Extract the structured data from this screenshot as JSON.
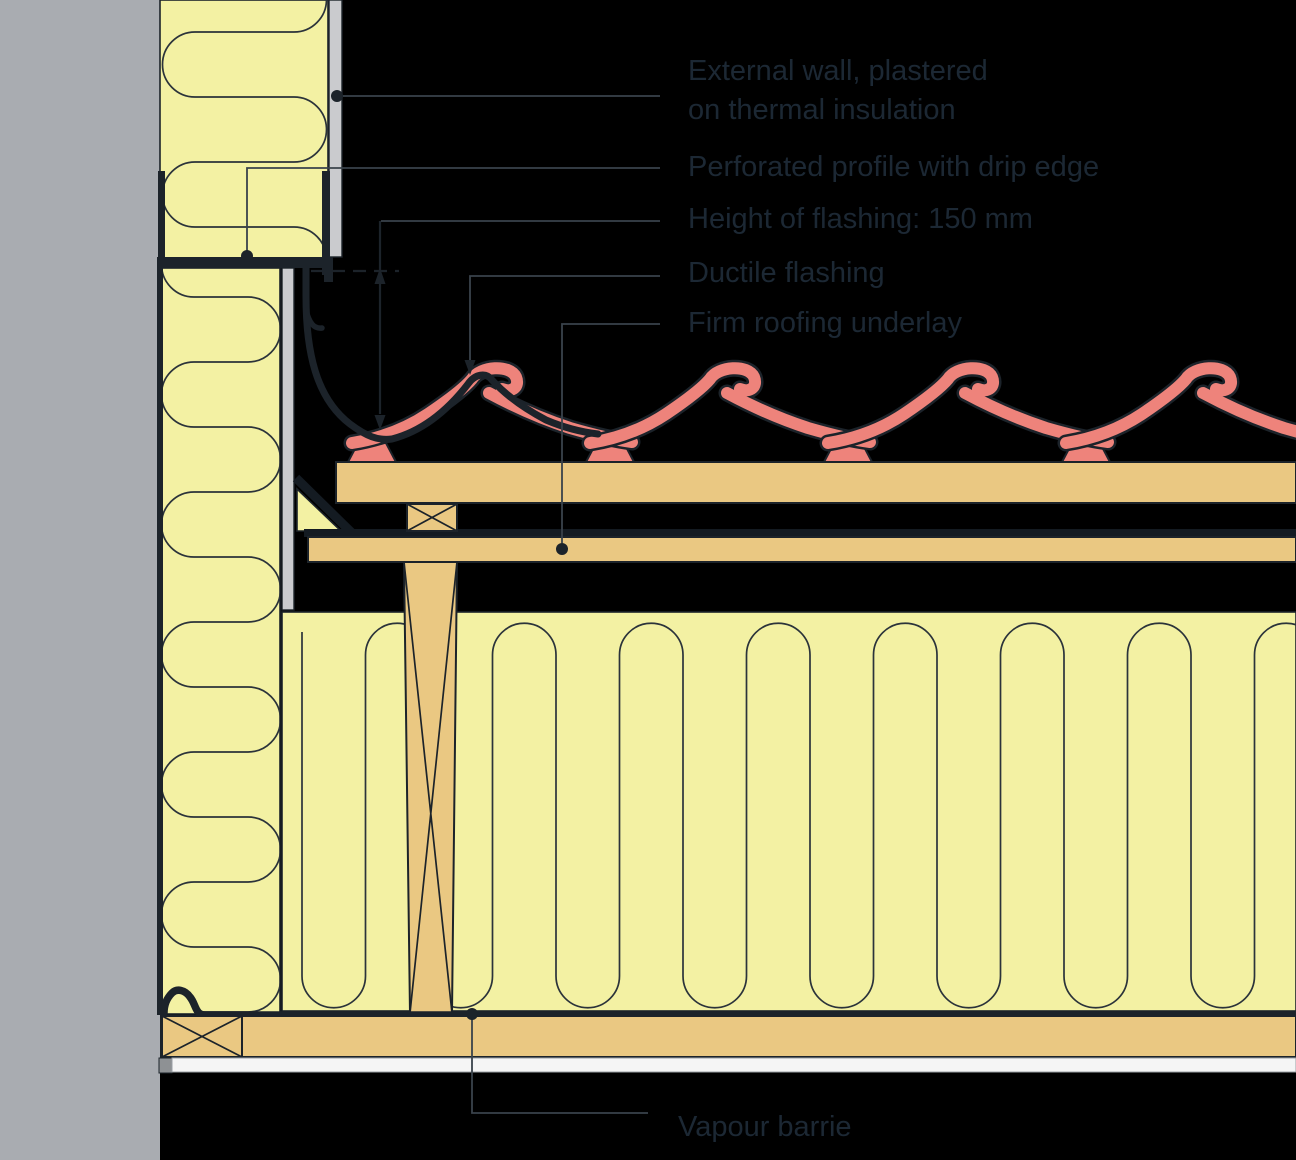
{
  "diagram_type": "construction-detail-section-roof-eaves",
  "labels": {
    "external_wall": {
      "line1": "External wall, plastered",
      "line2": "on thermal insulation"
    },
    "perforated_profile": "Perforated profile with drip edge",
    "flashing_height": "Height of flashing: 150 mm",
    "ductile_flashing": "Ductile flashing",
    "roofing_underlay": "Firm roofing underlay",
    "vapour_barrier": "Vapour barrie"
  },
  "dimensions": {
    "flashing_height_mm": "150"
  },
  "colors": {
    "bg": "#000000",
    "wall": "#A9ACB1",
    "plaster": "#CACBCE",
    "ins": "#F3F1A3",
    "wood": "#EAC882",
    "tile": "#EE837B",
    "ink": "#1C232A",
    "text": "#1C2834",
    "white": "#F5F5F5",
    "square": "#8E9194"
  }
}
